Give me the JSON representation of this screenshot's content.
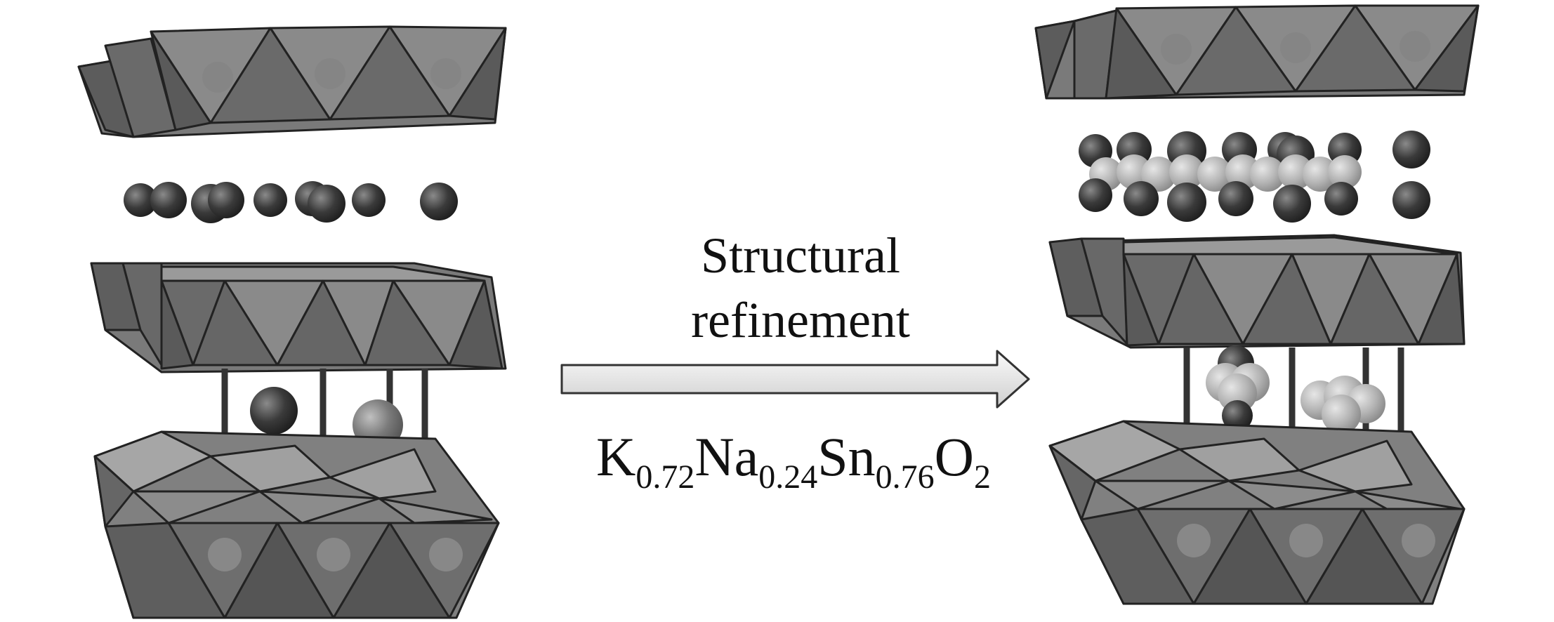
{
  "arrow": {
    "label_line1": "Structural",
    "label_line2": "refinement"
  },
  "formula": {
    "parts": [
      {
        "el": "K",
        "sub": "0.72"
      },
      {
        "el": "Na",
        "sub": "0.24"
      },
      {
        "el": "Sn",
        "sub": "0.76"
      },
      {
        "el": "O",
        "sub": "2"
      }
    ]
  },
  "colors": {
    "octahedron": "#6e6e6e",
    "octahedron_light": "#8d8d8d",
    "edge": "#2a2a2a",
    "atom_dark": "#3a3a3a",
    "atom_mid": "#7a7a7a",
    "atom_light": "#a8a8a8",
    "arrow_fill": "#e4e4e4"
  },
  "structures": [
    {
      "name": "initial-structure"
    },
    {
      "name": "refined-structure"
    }
  ]
}
